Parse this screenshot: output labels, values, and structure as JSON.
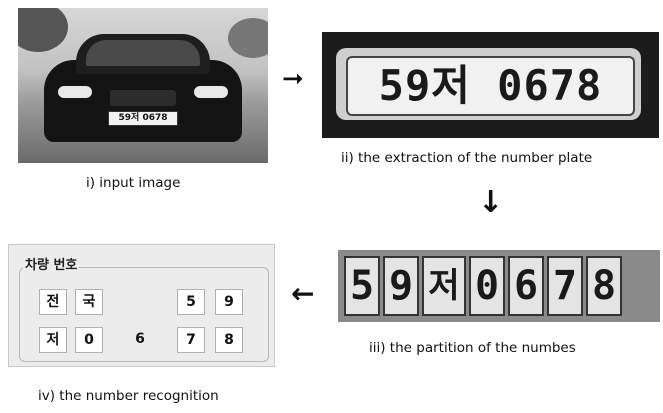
{
  "captions": {
    "input": "i) input image",
    "extraction": "ii) the extraction of the number plate",
    "partition": "iii) the partition of the numbes",
    "recognition": "iv) the number recognition"
  },
  "input_image": {
    "plate_text": "59저 0678"
  },
  "extracted_plate": {
    "text": "59저 0678"
  },
  "segments": [
    "5",
    "9",
    "저",
    "0",
    "6",
    "7",
    "8"
  ],
  "recognition_panel": {
    "title": "차량 번호",
    "row1": [
      "전",
      "국",
      "5",
      "9"
    ],
    "row2": [
      "저",
      "0",
      "6",
      "7",
      "8"
    ]
  },
  "arrows": {
    "right": "➞",
    "down": "↓",
    "left": "←"
  }
}
